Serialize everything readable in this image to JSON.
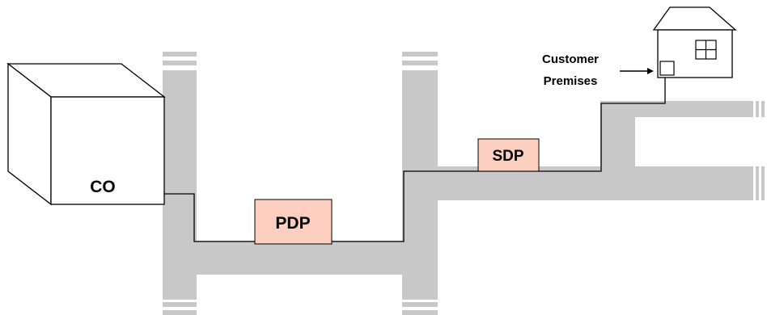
{
  "labels": {
    "co": "CO",
    "pdp": "PDP",
    "sdp": "SDP",
    "customer_line1": "Customer",
    "customer_line2": "Premises"
  },
  "colors": {
    "road": "#c8c8c8",
    "box_fill": "#fccfc0",
    "line": "#000000",
    "background": "#ffffff"
  }
}
